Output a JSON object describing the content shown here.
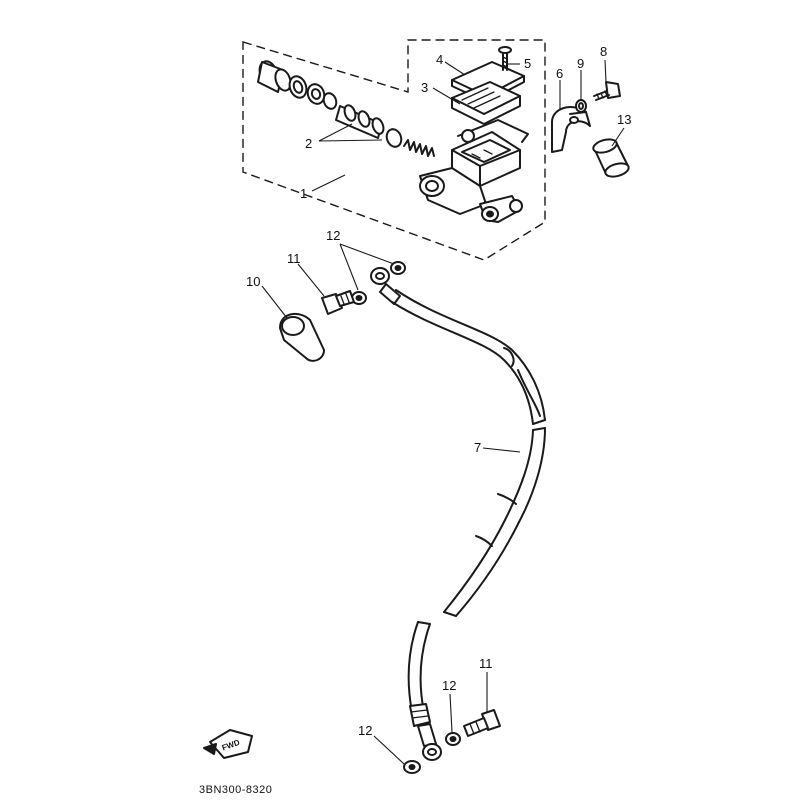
{
  "diagram": {
    "drawing_code": "3BN300-8320",
    "direction_badge": "FWD",
    "callouts": [
      {
        "id": "c1",
        "text": "1"
      },
      {
        "id": "c2",
        "text": "2"
      },
      {
        "id": "c3",
        "text": "3"
      },
      {
        "id": "c4",
        "text": "4"
      },
      {
        "id": "c5",
        "text": "5"
      },
      {
        "id": "c6",
        "text": "6"
      },
      {
        "id": "c7",
        "text": "7"
      },
      {
        "id": "c8",
        "text": "8"
      },
      {
        "id": "c9",
        "text": "9"
      },
      {
        "id": "c10",
        "text": "10"
      },
      {
        "id": "c11a",
        "text": "11"
      },
      {
        "id": "c11b",
        "text": "11"
      },
      {
        "id": "c12a",
        "text": "12"
      },
      {
        "id": "c12b",
        "text": "12"
      },
      {
        "id": "c12c",
        "text": "12"
      },
      {
        "id": "c13",
        "text": "13"
      }
    ]
  }
}
